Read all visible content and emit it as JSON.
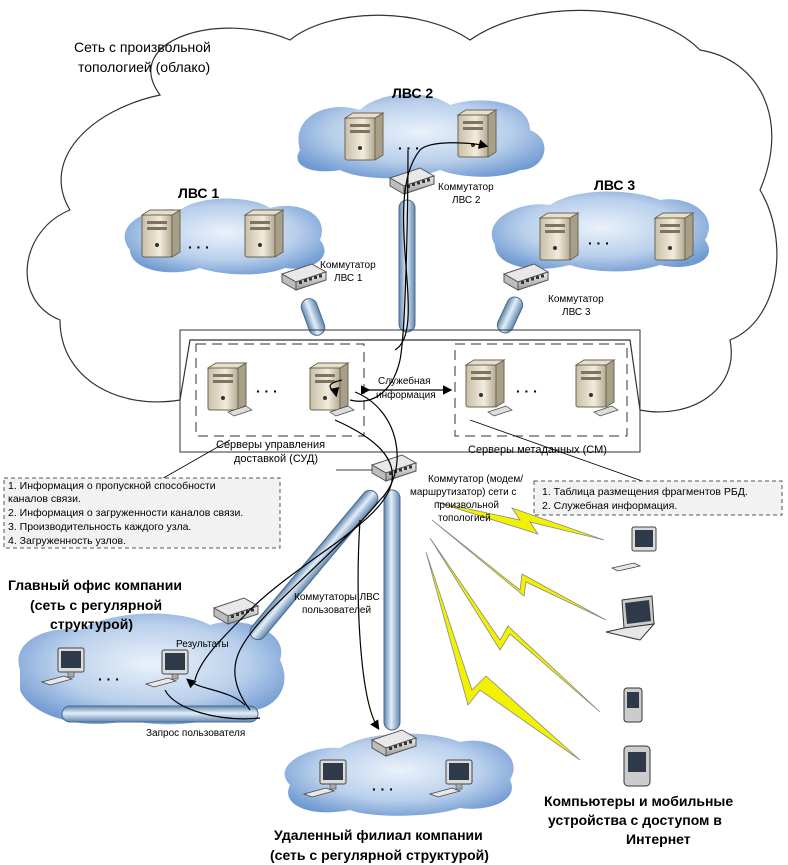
{
  "title_cloud": [
    "Сеть с произвольной",
    "топологией (облако)"
  ],
  "lan1": "ЛВС 1",
  "lan2": "ЛВС 2",
  "lan3": "ЛВС 3",
  "dots": "· · ·",
  "switch_lan1": [
    "Коммутатор",
    "ЛВС 1"
  ],
  "switch_lan2": [
    "Коммутатор",
    "ЛВС 2"
  ],
  "switch_lan3": [
    "Коммутатор",
    "ЛВС 3"
  ],
  "service_info": [
    "Служебная",
    "информация"
  ],
  "sud_label": [
    "Серверы управления",
    "доставкой (СУД)"
  ],
  "sm_label": "Серверы метаданных (СМ)",
  "main_switch": [
    "Коммутатор (модем/",
    "маршрутизатор) сети с",
    "произвольной",
    "топологией"
  ],
  "note_left": [
    "1. Информация о пропускной способности",
    "каналов связи.",
    "2. Информация о загруженности каналов связи.",
    "3. Производительность каждого узла.",
    "4. Загруженность узлов."
  ],
  "note_right": [
    "1. Таблица размещения фрагментов РБД.",
    "2. Служебная информация."
  ],
  "head_office": [
    "Главный офис компании",
    "(сеть с регулярной",
    "структурой)"
  ],
  "user_switches": [
    "Коммутаторы ЛВС",
    "пользователей"
  ],
  "results": "Результаты",
  "user_request": "Запрос пользователя",
  "branch": [
    "Удаленный филиал компании",
    "(сеть с регулярной структурой)"
  ],
  "mobile": [
    "Компьютеры и мобильные",
    "устройства с доступом в",
    "Интернет"
  ],
  "colors": {
    "cloud_blue": "#7fa7d8",
    "bolt": "#f2f200",
    "pipe": "#9fc0de"
  }
}
